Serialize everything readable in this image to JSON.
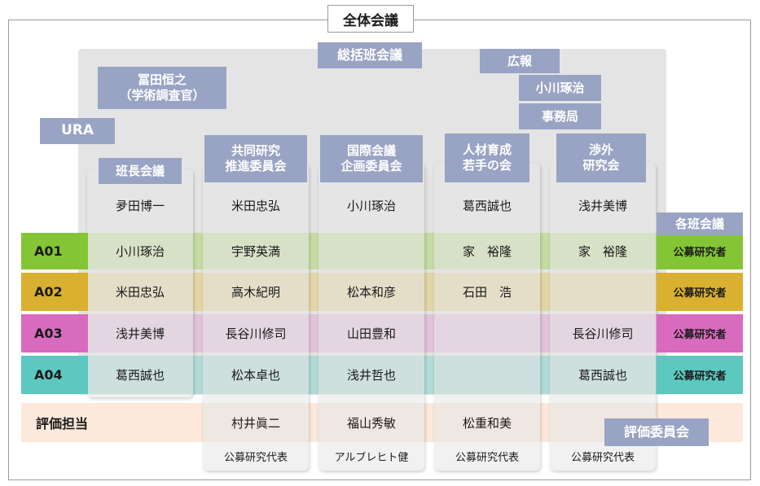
{
  "title": "全体会議",
  "sokatsu": "総括班会議",
  "advisor": "冨田恒之\n（学術調査官）",
  "ura": "URA",
  "koho": "広報",
  "koho_person": "小川琢治",
  "jimukyoku": "事務局",
  "kakuhan": "各班会議",
  "hyoka_committee": "評価委員会",
  "columns": [
    {
      "header": "班長会議",
      "leader": "夛田博一",
      "a01": "小川琢治",
      "a02": "米田忠弘",
      "a03": "浅井美博",
      "a04": "葛西誠也",
      "evaluator": "",
      "rep": ""
    },
    {
      "header": "共同研究\n推進委員会",
      "leader": "米田忠弘",
      "a01": "宇野英満",
      "a02": "高木紀明",
      "a03": "長谷川修司",
      "a04": "松本卓也",
      "evaluator": "村井眞二",
      "rep": "公募研究代表"
    },
    {
      "header": "国際会議\n企画委員会",
      "leader": "小川琢治",
      "a01": "",
      "a02": "松本和彦",
      "a03": "山田豊和",
      "a04": "浅井哲也",
      "evaluator": "福山秀敏",
      "rep": "アルブレヒト健"
    },
    {
      "header": "人材育成\n若手の会",
      "leader": "葛西誠也",
      "a01": "家　裕隆",
      "a02": "石田　浩",
      "a03": "",
      "a04": "",
      "evaluator": "松重和美",
      "rep": "公募研究代表"
    },
    {
      "header": "渉外\n研究会",
      "leader": "浅井美博",
      "a01": "家　裕隆",
      "a02": "",
      "a03": "長谷川修司",
      "a04": "葛西誠也",
      "evaluator": "",
      "rep": "公募研究代表"
    }
  ],
  "rows": [
    {
      "id": "A01",
      "color": "#84c536",
      "light": "#c6dca2",
      "kobo": "公募研究者"
    },
    {
      "id": "A02",
      "color": "#d9b030",
      "light": "#e3d6a6",
      "kobo": "公募研究者"
    },
    {
      "id": "A03",
      "color": "#d96bbf",
      "light": "#e2c3da",
      "kobo": "公募研究者"
    },
    {
      "id": "A04",
      "color": "#5cc8c0",
      "light": "#b2dad6",
      "kobo": "公募研究者"
    }
  ],
  "hyoka_label": "評価担当",
  "colors": {
    "label_box": "#99a3c4",
    "hyoka_band": "#fce9dc",
    "column_bg": "#e6e6e6"
  }
}
